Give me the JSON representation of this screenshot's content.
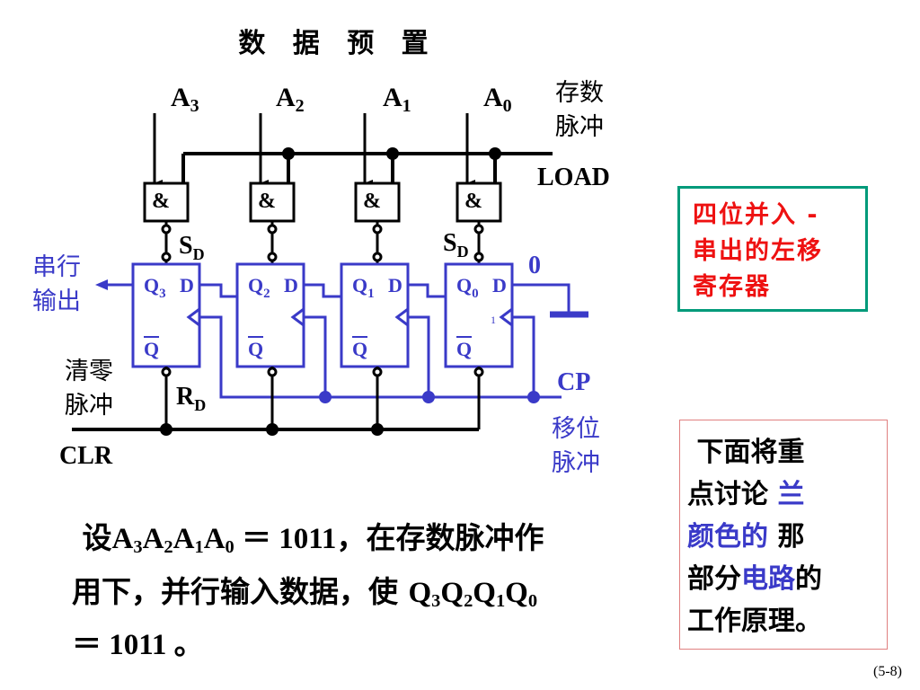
{
  "title": "数 据 预 置",
  "inputs": [
    {
      "letter": "A",
      "sub": "3"
    },
    {
      "letter": "A",
      "sub": "2"
    },
    {
      "letter": "A",
      "sub": "1"
    },
    {
      "letter": "A",
      "sub": "0"
    }
  ],
  "labels": {
    "load_pulse_1": "存数",
    "load_pulse_2": "脉冲",
    "load": "LOAD",
    "and_gate": "&",
    "sd": "S",
    "sd_sub": "D",
    "rd": "R",
    "rd_sub": "D",
    "serial_out_1": "串行",
    "serial_out_2": "输出",
    "clear_pulse_1": "清零",
    "clear_pulse_2": "脉冲",
    "clr": "CLR",
    "cp": "CP",
    "shift_pulse_1": "移位",
    "shift_pulse_2": "脉冲",
    "serial_in_value": "0",
    "d": "D",
    "q": "Q",
    "qbar": "Q",
    "clock_mark": "1"
  },
  "flipflops": [
    {
      "q": "Q",
      "sub": "3"
    },
    {
      "q": "Q",
      "sub": "2"
    },
    {
      "q": "Q",
      "sub": "1"
    },
    {
      "q": "Q",
      "sub": "0"
    }
  ],
  "note": {
    "line1": "四位并入 -",
    "line2": "串出的左移",
    "line3": "寄存器"
  },
  "description": {
    "line1": "下面将重",
    "line2a": "点讨论 ",
    "line2b": "兰",
    "line3a": "颜色的",
    "line3b": " 那",
    "line4a": "部分",
    "line4b": "电路",
    "line4c": "的",
    "line5": "工作原理。"
  },
  "bottom": {
    "l1_pre": "设",
    "a3": "A",
    "s3": "3",
    "a2": "A",
    "s2": "2",
    "a1": "A",
    "s1": "1",
    "a0": "A",
    "s0": "0",
    "l1_eq": " ＝ 1011",
    "l1_post": "，在存数脉冲作",
    "l2_pre": "用下，并行输入数据，使 ",
    "q3": "Q",
    "qs3": "3",
    "q2": "Q",
    "qs2": "2",
    "q1": "Q",
    "qs1": "1",
    "q0": "Q",
    "qs0": "0",
    "l3": "＝ 1011 。"
  },
  "page_number": "(5-8)",
  "colors": {
    "black_wire": "#000000",
    "blue_wire": "#3a3ac8",
    "note_border": "#009a7a",
    "note_text": "#ee1111"
  }
}
